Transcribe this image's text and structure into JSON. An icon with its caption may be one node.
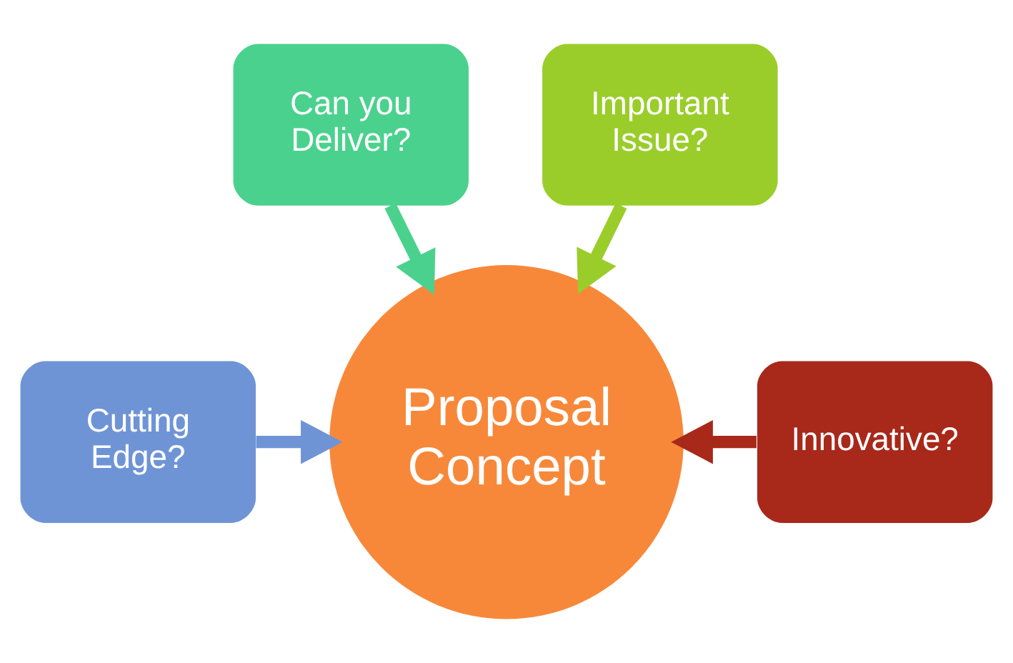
{
  "diagram": {
    "nodes": [
      {
        "text": [
          "Cutting Edge?"
        ]
      },
      {
        "text": [
          "Can you Deliver?"
        ]
      },
      {
        "text": [
          "Important Issue?"
        ]
      },
      {
        "text": [
          "Innovative?"
        ]
      },
      {
        "text": [
          "Proposal Concept"
        ]
      }
    ],
    "edges": [
      {
        "from": 0,
        "to": 4,
        "arrow": "to",
        "color": "#6f94d6"
      },
      {
        "from": 1,
        "to": 4,
        "arrow": "to",
        "color": "#4bd18e"
      },
      {
        "from": 2,
        "to": 4,
        "arrow": "to",
        "color": "#9acd2a"
      },
      {
        "from": 3,
        "to": 4,
        "arrow": "to",
        "color": "#a8281a"
      }
    ]
  }
}
